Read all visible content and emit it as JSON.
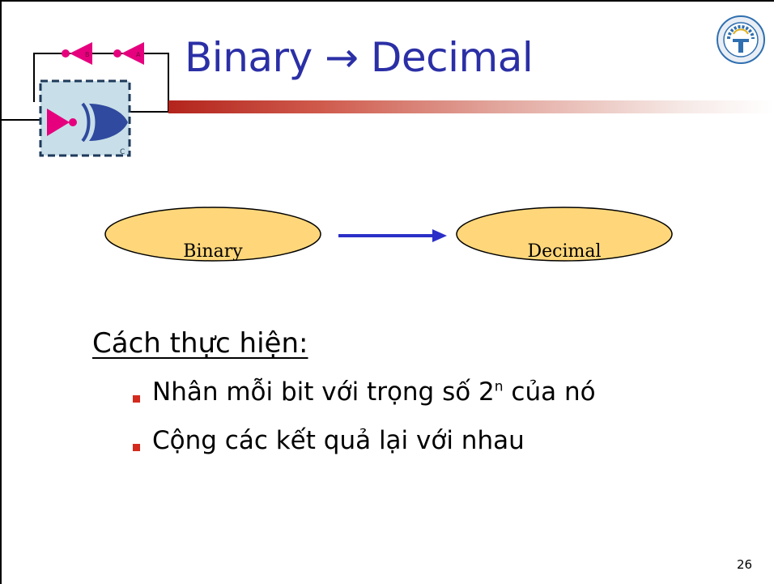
{
  "slide": {
    "title_from": "Binary",
    "title_arrow": "→",
    "title_to": "Decimal",
    "page_number": "26"
  },
  "diagram": {
    "from_label": "Binary",
    "to_label": "Decimal"
  },
  "content": {
    "heading": "Cách thực hiện:",
    "bullets": [
      {
        "before": "Nhân mỗi bit với trọng số 2",
        "sup": "n",
        "after": " của nó"
      },
      {
        "text": "Cộng các kết quả lại với nhau"
      }
    ]
  },
  "colors": {
    "title": "#2b2fa6",
    "title_bar_start": "#b3241c",
    "ellipse_fill": "#ffd77a",
    "arrow": "#2b2fc7",
    "bullet": "#d42a1d",
    "gate": "#e6007e",
    "xor_gate": "#2f4a9e",
    "selection_box": "#c8dfe9"
  },
  "graphics": {
    "top_left": "logic-gate-circuit-icon",
    "top_right": "university-seal-logo"
  }
}
